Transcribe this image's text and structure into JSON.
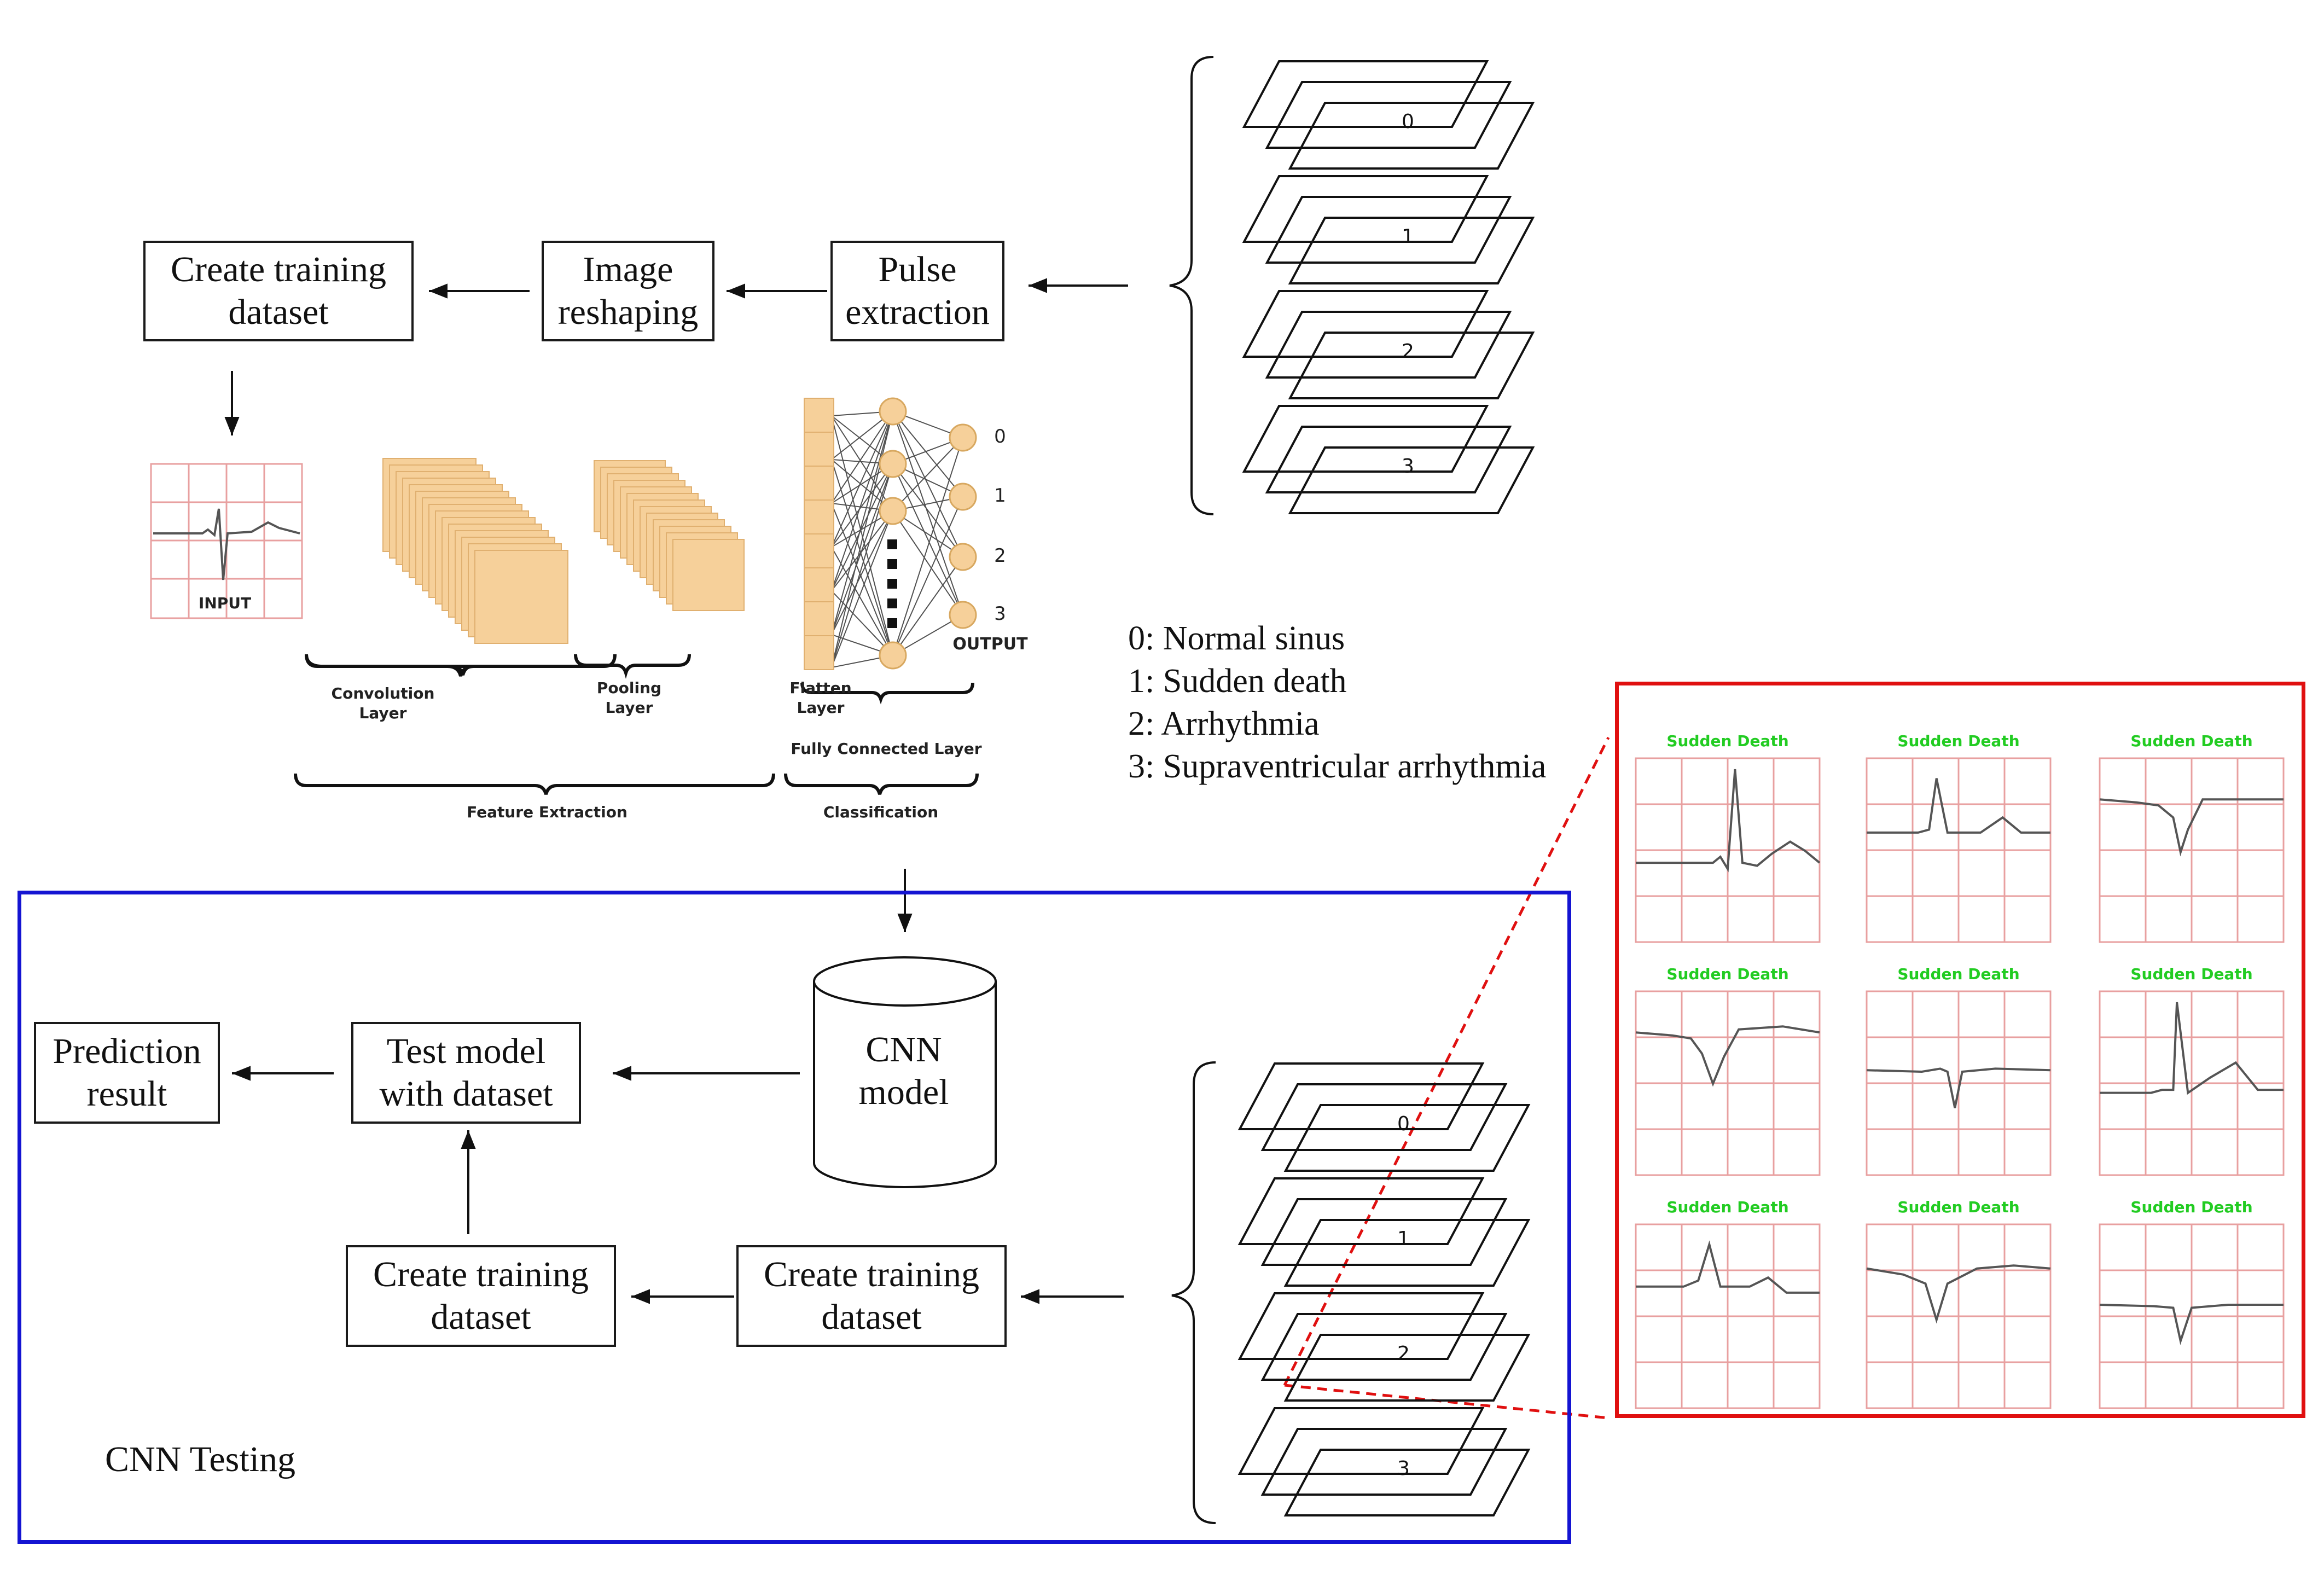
{
  "training_flow": {
    "pulse_extraction": "Pulse\nextraction",
    "image_reshaping": "Image\nreshaping",
    "create_training_dataset": "Create training\ndataset"
  },
  "class_stacks": {
    "train": [
      "0",
      "1",
      "2",
      "3"
    ],
    "test": [
      "0",
      "1",
      "2",
      "3"
    ]
  },
  "cnn_architecture": {
    "input_label": "INPUT",
    "convolution_label": "Convolution\nLayer",
    "pooling_label": "Pooling\nLayer",
    "flatten_label": "Flatten\nLayer",
    "fully_connected_label": "Fully Connected Layer",
    "feature_extraction_label": "Feature Extraction",
    "classification_label": "Classification",
    "output_label": "OUTPUT",
    "output_nodes": [
      "0",
      "1",
      "2",
      "3"
    ]
  },
  "legend": [
    "0: Normal sinus",
    "1: Sudden death",
    "2: Arrhythmia",
    "3: Supraventricular arrhythmia"
  ],
  "testing": {
    "cnn_model": "CNN\nmodel",
    "test_model": "Test model\nwith dataset",
    "prediction_result": "Prediction\nresult",
    "create_training_left": "Create training\ndataset",
    "create_training_right": "Create training\ndataset",
    "section_label": "CNN Testing"
  },
  "samples": {
    "caption": "Sudden Death",
    "caption_color": "#22cc22"
  },
  "colors": {
    "testing_border": "#1414d2",
    "samples_border": "#e01010",
    "feature_map": "#f6d09a",
    "node": "#f6d09a",
    "ecg_grid": "#e8a0a0"
  }
}
